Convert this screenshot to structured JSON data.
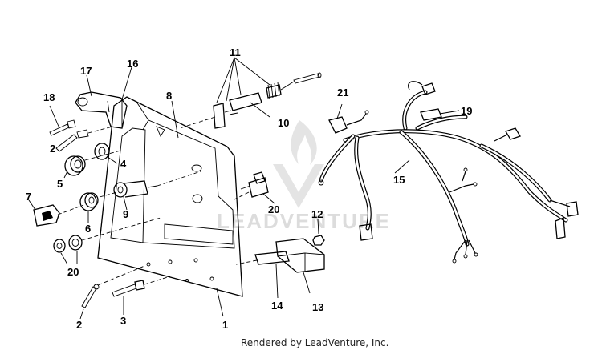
{
  "diagram": {
    "watermark_text": "LEADVENTURE",
    "footer_text": "Rendered by LeadVenture, Inc.",
    "labels": {
      "l1": "1",
      "l2a": "2",
      "l2b": "2",
      "l3": "3",
      "l4": "4",
      "l5": "5",
      "l6": "6",
      "l7": "7",
      "l8": "8",
      "l9": "9",
      "l10": "10",
      "l11": "11",
      "l12": "12",
      "l13": "13",
      "l14": "14",
      "l15": "15",
      "l16": "16",
      "l17": "17",
      "l18": "18",
      "l19": "19",
      "l20a": "20",
      "l20b": "20",
      "l21": "21"
    }
  }
}
